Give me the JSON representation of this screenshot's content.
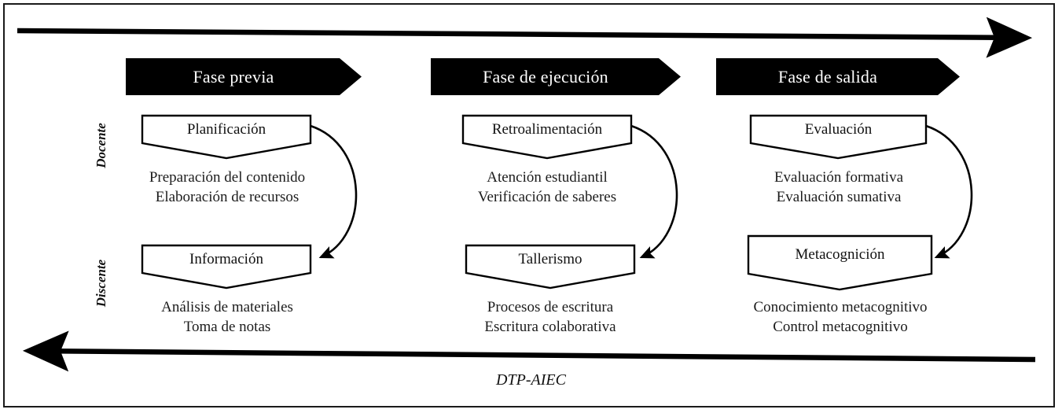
{
  "figure": {
    "caption": "DTP-AIEC",
    "frame_color": "#1a1a1a",
    "banner_color": "#000000",
    "banner_text_color": "#ffffff"
  },
  "flow_arrows": {
    "top": {
      "name": "top-arrow",
      "direction": "right"
    },
    "bottom": {
      "name": "bottom-arrow",
      "direction": "left"
    }
  },
  "roles": [
    {
      "label": "Docente"
    },
    {
      "label": "Discente"
    }
  ],
  "columns": [
    {
      "phase": "Fase previa",
      "teacher": {
        "node": "Planificación",
        "details": [
          "Preparación del contenido",
          "Elaboración de recursos"
        ]
      },
      "student": {
        "node": "Información",
        "details": [
          "Análisis de materiales",
          "Toma de notas"
        ]
      }
    },
    {
      "phase": "Fase de ejecución",
      "teacher": {
        "node": "Retroalimentación",
        "details": [
          "Atención estudiantil",
          "Verificación de saberes"
        ]
      },
      "student": {
        "node": "Tallerismo",
        "details": [
          "Procesos de escritura",
          "Escritura colaborativa"
        ]
      }
    },
    {
      "phase": "Fase de salida",
      "teacher": {
        "node": "Evaluación",
        "details": [
          "Evaluación formativa",
          "Evaluación sumativa"
        ]
      },
      "student": {
        "node": "Metacognición",
        "details": [
          "Conocimiento metacognitivo",
          "Control metacognitivo"
        ]
      }
    }
  ]
}
